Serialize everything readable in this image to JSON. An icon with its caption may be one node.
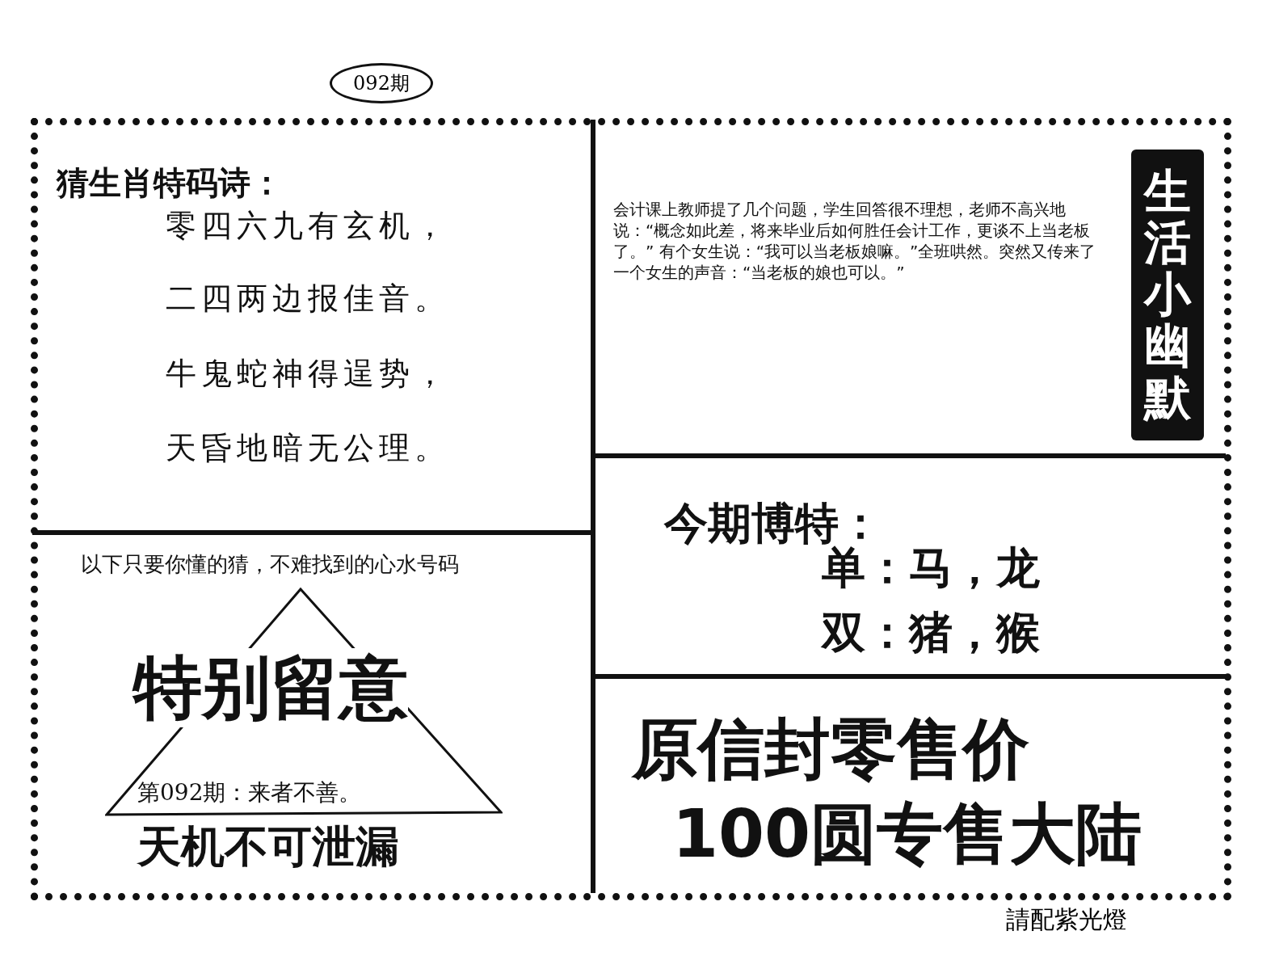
{
  "diagram": {
    "nodes": [
      {
        "text": [
          "猜生肖特码诗：",
          "零四六九有玄机，",
          "二四两边报佳音。",
          "牛鬼蛇神得逞势，",
          "天昏地暗无公理。"
        ]
      },
      {
        "text": [
          "以下只要你懂的猜，不难找到的心水号码",
          "天机不可泄漏"
        ]
      },
      {
        "text": [
          "特别留意",
          "第092期：来者不善。"
        ],
        "in": 1
      },
      {
        "text": [
          "会计课上教师提了几个问题，学生回答很不理想，老师不高兴地说：“概念如此差，将来毕业后如何胜任会计工作，更谈不上当老板了。” 有个女生说：“我可以当老板娘嘛。”全班哄然。突然又传来了一个女生的声音：“当老板的娘也可以。”"
        ]
      },
      {
        "text": [
          "生活小幽默"
        ],
        "in": 3
      },
      {
        "text": [
          "今期博特：",
          "单：马，龙",
          "双：猪，猴"
        ]
      },
      {
        "text": [
          "原信封零售价",
          "100圆专售大陆"
        ]
      }
    ],
    "labels": [
      "092期",
      "請配紫光燈"
    ]
  }
}
